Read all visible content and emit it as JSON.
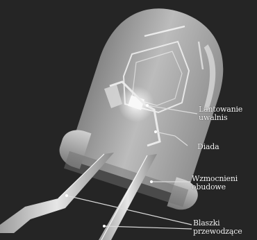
{
  "labels": {
    "lens_envelope": {
      "line1": "Lantowanie",
      "line2": "uwalnis"
    },
    "diode": "Diada",
    "plastic_housing": {
      "line1": "Wzmocnieni",
      "line2": "obudowe"
    },
    "leads": {
      "line1": "Blaszki",
      "line2": "przewodzące"
    }
  },
  "colors": {
    "background": "#2b2b2b",
    "epoxy_body": "#b7b7b7",
    "label_text": "#f4f4f4",
    "leader_lines": "#dcdcdc"
  }
}
